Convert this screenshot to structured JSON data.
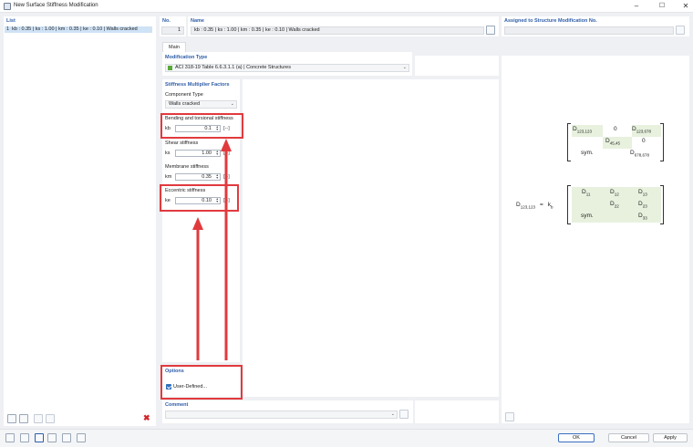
{
  "window": {
    "title": "New Surface Stiffness Modification"
  },
  "list": {
    "header": "List",
    "items": [
      {
        "number": "1",
        "label": "kb : 0.35 | ks : 1.00 | km : 0.35 | ke : 0.10 | Walls cracked"
      }
    ]
  },
  "header": {
    "no_label": "No.",
    "no_value": "1",
    "name_label": "Name",
    "name_value": "kb : 0.35 | ks : 1.00 | km : 0.35 | ke : 0.10 | Walls cracked",
    "assigned_label": "Assigned to Structure Modification No.",
    "assigned_value": ""
  },
  "tabs": [
    {
      "label": "Main"
    }
  ],
  "modification_type": {
    "header": "Modification Type",
    "value": "ACI 318-19 Table 6.6.3.1.1 (a) | Concrete Structures",
    "color": "#59a83a"
  },
  "stiffness": {
    "header": "Stiffness Multiplier Factors",
    "component_type_label": "Component Type",
    "component_type_value": "Walls cracked",
    "bending": {
      "label": "Bending and torsional stiffness",
      "symbol": "kb",
      "value": "0.1",
      "unit": "[--]"
    },
    "shear": {
      "label": "Shear stiffness",
      "symbol": "ks",
      "value": "1.00",
      "unit": "[--]"
    },
    "membrane": {
      "label": "Membrane stiffness",
      "symbol": "km",
      "value": "0.35",
      "unit": "[--]"
    },
    "eccentric": {
      "label": "Eccentric stiffness",
      "symbol": "ke",
      "value": "0.10",
      "unit": "[--]"
    }
  },
  "options": {
    "header": "Options",
    "user_defined_label": "User-Defined...",
    "user_defined_checked": true
  },
  "comment": {
    "header": "Comment",
    "value": ""
  },
  "matrix1": {
    "r1c1": "D",
    "r1c1_sub": "123,123",
    "r1c2": "0",
    "r1c3": "D",
    "r1c3_sub": "123,678",
    "r2c2": "D",
    "r2c2_sub": "45,45",
    "r2c3": "0",
    "r3c1": "sym.",
    "r3c3": "D",
    "r3c3_sub": "678,678"
  },
  "matrix2": {
    "lhs": "D",
    "lhs_sub": "123,123",
    "eq": "=",
    "k": "k",
    "k_sub": "b",
    "d11": "D",
    "d11_sub": "11",
    "d12": "D",
    "d12_sub": "12",
    "d13": "D",
    "d13_sub": "13",
    "d22": "D",
    "d22_sub": "22",
    "d23": "D",
    "d23_sub": "23",
    "sym": "sym.",
    "d33": "D",
    "d33_sub": "33"
  },
  "buttons": {
    "ok": "OK",
    "cancel": "Cancel",
    "apply": "Apply"
  },
  "colors": {
    "accent": "#2f5ea8",
    "highlight_red": "#e13a3e",
    "matrix_green": "#e7f1de",
    "selection": "#cfe2f6"
  }
}
